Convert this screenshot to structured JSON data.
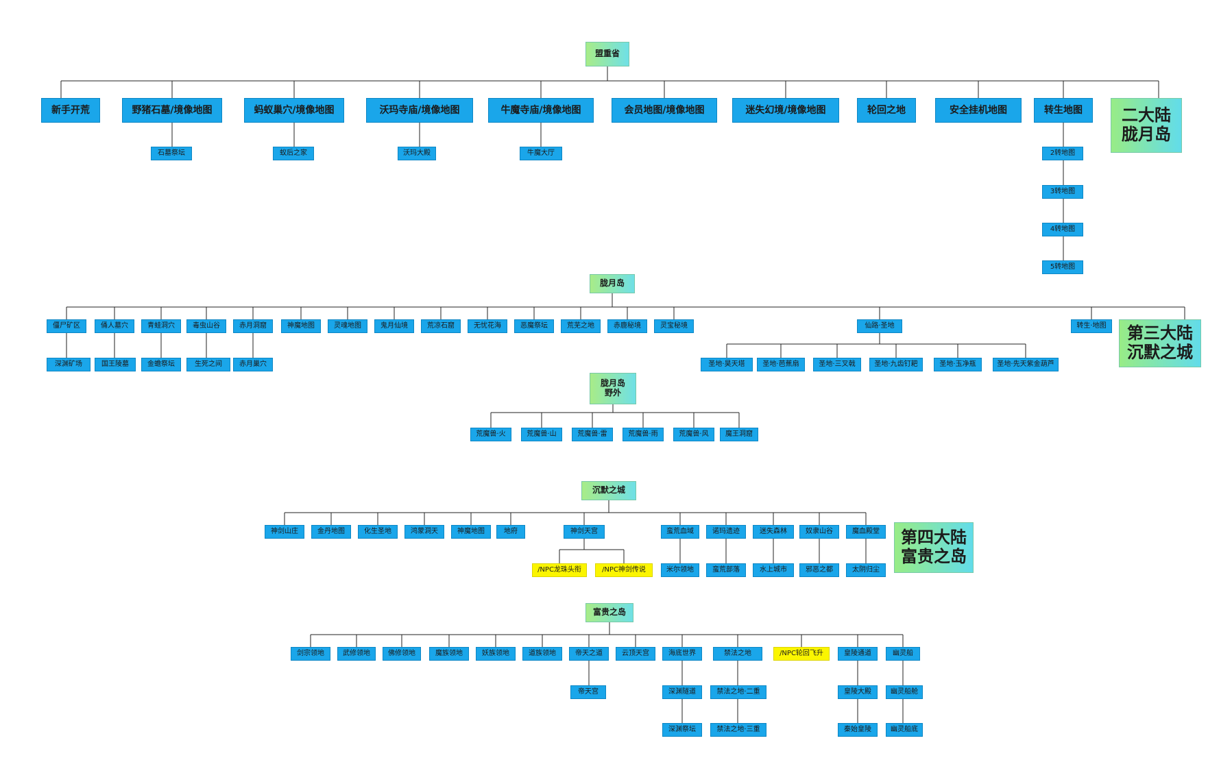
{
  "headers": {
    "root": "盟重省",
    "longyue": "胧月岛",
    "longyue_wild": "胧月岛\n野外",
    "chenmo": "沉默之城",
    "fugui": "富贵之岛"
  },
  "continents": {
    "c2": "二大陆\n胧月岛",
    "c3": "第三大陆\n沉默之城",
    "c4": "第四大陆\n富贵之岛"
  },
  "r1": [
    "新手开荒",
    "野猪石墓/境像地图",
    "蚂蚁巢穴/境像地图",
    "沃玛寺庙/境像地图",
    "牛魔寺庙/境像地图",
    "会员地图/境像地图",
    "迷失幻境/境像地图",
    "轮回之地",
    "安全挂机地图",
    "转生地图"
  ],
  "r1c": [
    "石墓祭坛",
    "蚁后之家",
    "沃玛大殿",
    "牛魔大厅",
    "2转地图",
    "3转地图",
    "4转地图",
    "5转地图"
  ],
  "r2": [
    "僵尸矿区",
    "俑人墓穴",
    "青蛙洞穴",
    "毒虫山谷",
    "赤月洞窟",
    "神魔地图",
    "灵魂地图",
    "鬼月仙境",
    "荒凉石窟",
    "无忧花海",
    "恶魔祭坛",
    "荒芜之地",
    "赤鹿秘境",
    "灵宝秘境",
    "仙路·圣地",
    "转生·地图"
  ],
  "r2c": [
    "深渊矿场",
    "国王陵墓",
    "金蟾祭坛",
    "生死之间",
    "赤月巢穴",
    "圣地·昊天塔",
    "圣地·芭蕉扇",
    "圣地·三叉戟",
    "圣地·九齿钉耙",
    "圣地·玉净瓶",
    "圣地·先天紫金葫芦"
  ],
  "r3": [
    "荒魔兽·火",
    "荒魔兽·山",
    "荒魔兽·雷",
    "荒魔兽·雨",
    "荒魔兽·风",
    "魔王洞窟"
  ],
  "r4": [
    "神剑山庄",
    "金丹地图",
    "化生圣地",
    "鸿蒙洞天",
    "神魔地图",
    "地府",
    "神剑天宫",
    "蛮荒血域",
    "诺玛遗迹",
    "迷失森林",
    "奴隶山谷",
    "魔血殿堂"
  ],
  "r4c": [
    "/NPC龙珠头衔",
    "/NPC神剑传说",
    "米尔领地",
    "蛮荒部落",
    "水上城市",
    "邪恶之都",
    "太阴归尘"
  ],
  "r5": [
    "剑宗领地",
    "武修领地",
    "佛修领地",
    "魔族领地",
    "妖族领地",
    "道族领地",
    "帝天之道",
    "云顶天宫",
    "海底世界",
    "禁法之地",
    "/NPC轮回飞升",
    "皇陵通道",
    "幽灵船"
  ],
  "r5c": [
    "帝天宫",
    "深渊隧道",
    "禁法之地·二重",
    "皇陵大殿",
    "幽灵船舱",
    "深渊祭坛",
    "禁法之地·三重",
    "秦始皇陵",
    "幽灵船底"
  ]
}
